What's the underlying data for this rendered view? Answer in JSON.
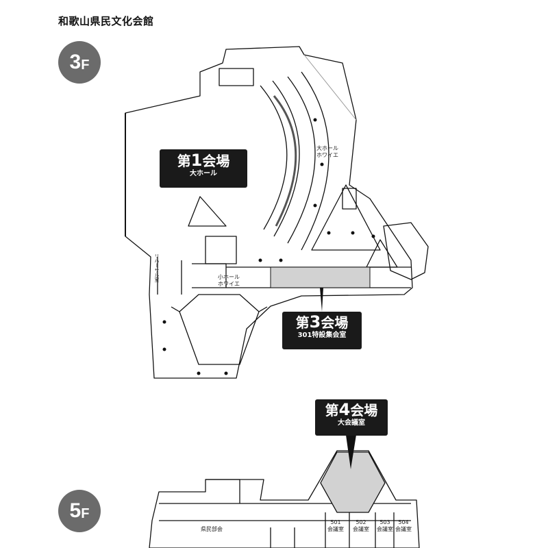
{
  "title": "和歌山県民文化会館",
  "floors": [
    {
      "number": "3",
      "suffix": "F"
    },
    {
      "number": "5",
      "suffix": "F"
    }
  ],
  "venues": [
    {
      "prefix": "第",
      "number": "1",
      "suffix": "会場",
      "room": "大ホール"
    },
    {
      "prefix": "第",
      "number": "3",
      "suffix": "会場",
      "room": "301特設集会室"
    },
    {
      "prefix": "第",
      "number": "4",
      "suffix": "会場",
      "room": "大会議室"
    }
  ],
  "room_labels": {
    "lobby_big_1": "大ホール",
    "lobby_big_2": "ホワイエ",
    "lobby_small_1": "小ホール",
    "lobby_small_2": "ホワイエ",
    "side_room": "リハーサル室",
    "pref_room": "県民",
    "pref_room_2": "部会",
    "r501": "501",
    "r502": "502",
    "r503": "503",
    "r504": "504",
    "conf": "会議室"
  },
  "colors": {
    "label_bg": "#1a1a1a",
    "badge_bg": "#6b6b6b",
    "highlight": "#d2d2d2",
    "wall": "#111111"
  }
}
